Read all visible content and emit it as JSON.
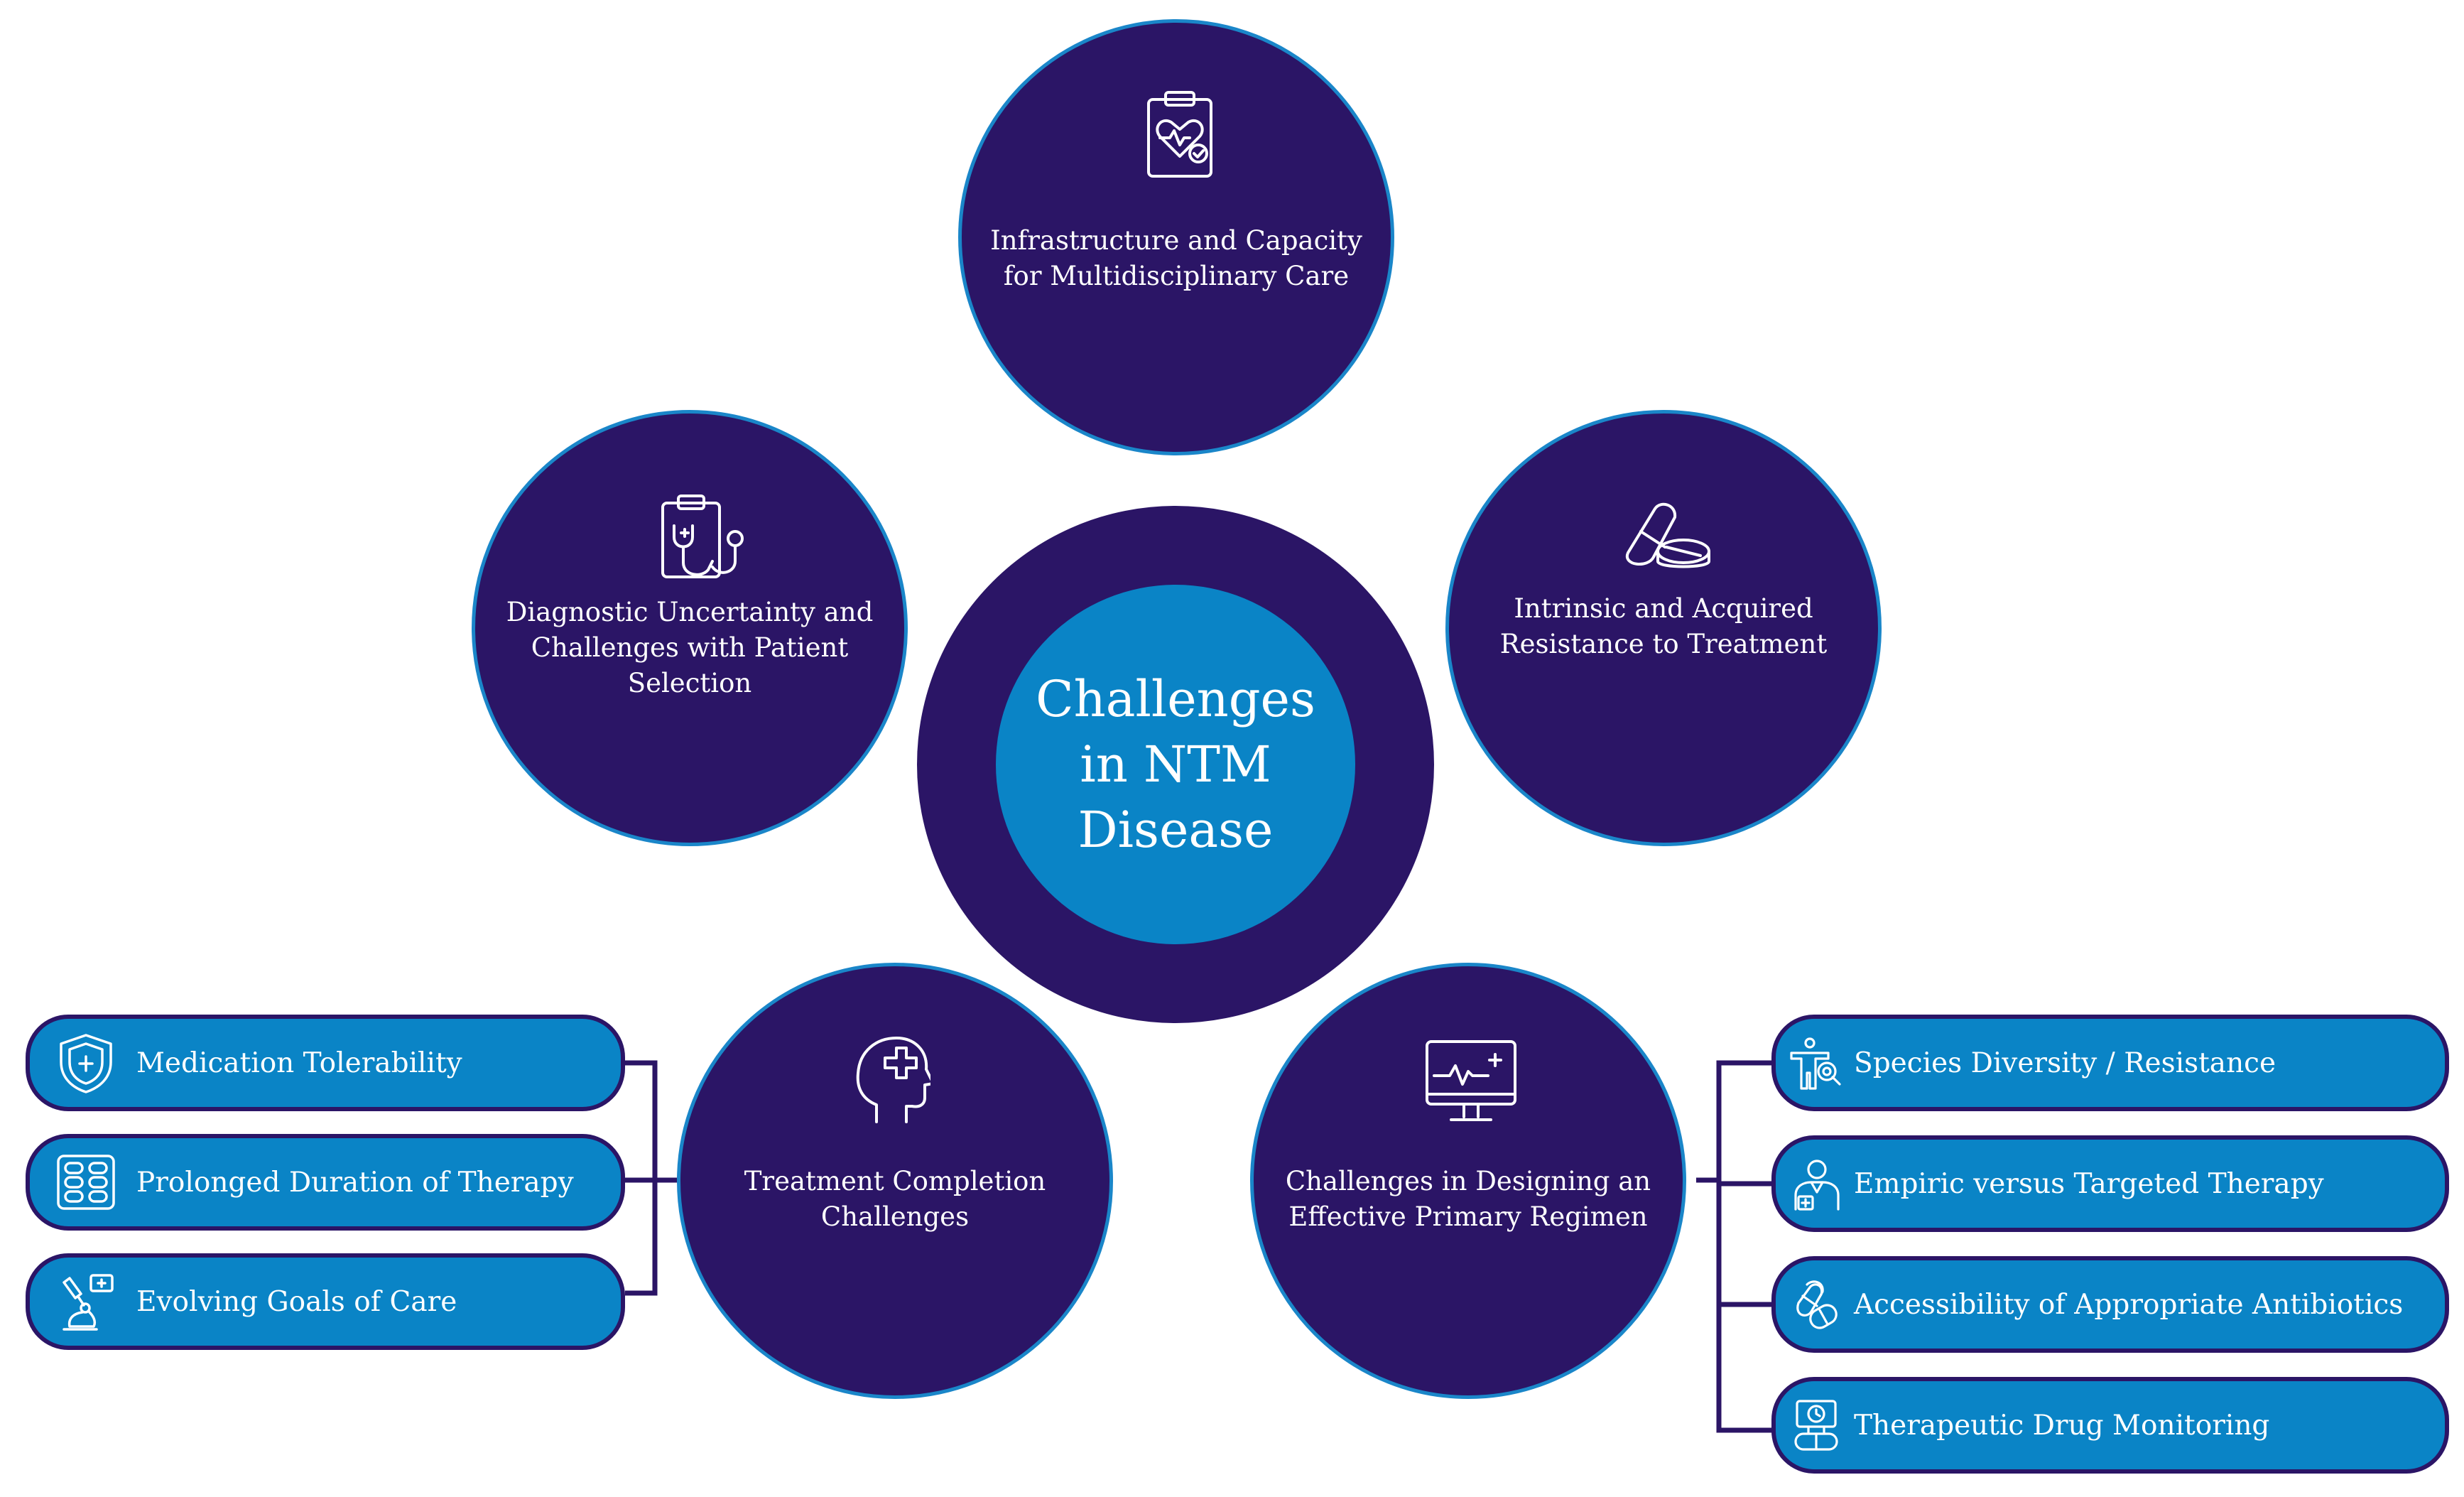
{
  "center": {
    "title": "Challenges in NTM Disease"
  },
  "challenges": [
    {
      "label": "Infrastructure and Capacity for Multidisciplinary Care",
      "icon": "clipboard-heart-icon"
    },
    {
      "label": "Diagnostic Uncertainty and Challenges with Patient Selection",
      "icon": "clipboard-stethoscope-icon"
    },
    {
      "label": "Intrinsic and Acquired Resistance to Treatment",
      "icon": "pills-icon"
    },
    {
      "label": "Treatment Completion Challenges",
      "icon": "head-medical-cross-icon"
    },
    {
      "label": "Challenges in Designing an Effective Primary Regimen",
      "icon": "monitor-heartbeat-icon"
    }
  ],
  "treatment_completion_items": [
    {
      "label": "Medication Tolerability",
      "icon": "shield-icon"
    },
    {
      "label": "Prolonged Duration of Therapy",
      "icon": "pill-blister-icon"
    },
    {
      "label": "Evolving Goals of Care",
      "icon": "microscope-icon"
    }
  ],
  "primary_regimen_items": [
    {
      "label": "Species Diversity / Resistance",
      "icon": "person-target-icon"
    },
    {
      "label": "Empiric versus Targeted Therapy",
      "icon": "doctor-icon"
    },
    {
      "label": "Accessibility of Appropriate Antibiotics",
      "icon": "capsules-icon"
    },
    {
      "label": "Therapeutic Drug Monitoring",
      "icon": "clock-pill-icon"
    }
  ],
  "colors": {
    "dark_navy": "#2b1566",
    "accent_blue": "#0a84c6",
    "border_blue": "#1a86c9",
    "text": "#ffffff"
  }
}
